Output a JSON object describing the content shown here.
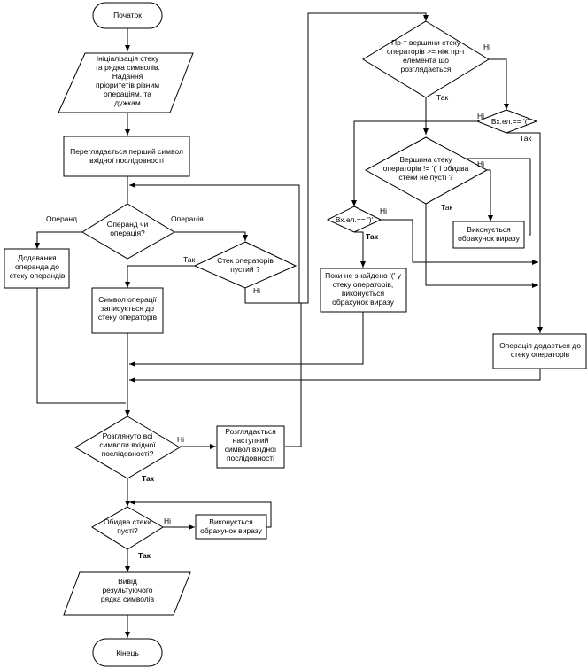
{
  "flowchart": {
    "nodes": {
      "start": "Початок",
      "init": [
        "Ініціалізація стеку",
        "та рядка символів.",
        "Надання",
        "пріоритетів різним",
        "операціям, та",
        "дужкам"
      ],
      "read_first": [
        "Переглядається перший символ",
        "вхідної послідовності"
      ],
      "operand_or_op": [
        "Операнд чи",
        "операція?"
      ],
      "add_operand": [
        "Додавання",
        "операнда до",
        "стеку операндів"
      ],
      "stack_empty": [
        "Стек операторів",
        "пустий ?"
      ],
      "push_op": [
        "Символ операції",
        "записується до",
        "стеку операторів"
      ],
      "priority": [
        "Пр-т вершини стеку",
        "операторів >= ніж  пр-т",
        "елемента що",
        "розглядається"
      ],
      "is_open": "Вх.ел.== '('",
      "top_not_open": [
        "Вершина стеку",
        "операторів != '('  І обидва",
        "стеки не пусті ?"
      ],
      "exec_1": [
        "Виконується",
        "обрахунок виразу"
      ],
      "is_close": "Вх.ел.== ')'",
      "until_open": [
        "Поки не знайдено '(' у",
        "стеку операторів,",
        "виконується",
        "обрахунок виразу"
      ],
      "op_added": [
        "Операція додається до",
        "стеку операторів"
      ],
      "all_seen": [
        "Розглянуто всі",
        "символи вхідної",
        "послідовності?"
      ],
      "next_symbol": [
        "Розглядається",
        "наступний",
        "символ вхідної",
        "послідовності"
      ],
      "both_empty": [
        "Обидва стеки",
        "пусті?"
      ],
      "exec_2": [
        "Виконується",
        "обрахунок виразу"
      ],
      "output": [
        "Вивід",
        "результуючого",
        "рядка символів"
      ],
      "end": "Кінець"
    },
    "edge_labels": {
      "operand": "Операнд",
      "operation": "Операція",
      "yes_stack": "Так",
      "no_stack": "Ні",
      "no_priority": "Ні",
      "yes_priority": "Так",
      "no_open": "Ні",
      "yes_open": "Так",
      "yes_top": "Так",
      "no_top": "Ні",
      "no_close": "Ні",
      "yes_close": "Так",
      "no_all": "Ні",
      "yes_all": "Так",
      "no_both": "Ні",
      "yes_both": "Так"
    }
  }
}
